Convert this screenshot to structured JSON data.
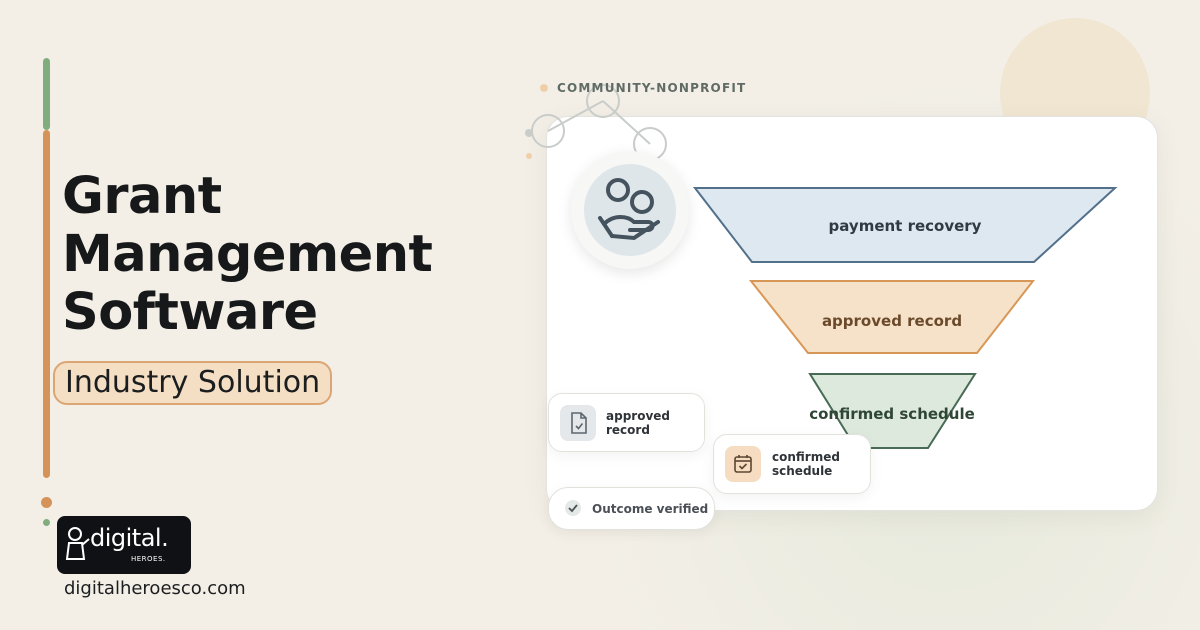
{
  "headline": [
    "Grant",
    "Management",
    "Software"
  ],
  "subtitle": "Industry Solution",
  "brand": {
    "logo_wordmark": "digital.",
    "logo_sub": "HEROES.",
    "domain": "digitalheroesco.com"
  },
  "category": "COMMUNITY-NONPROFIT",
  "funnel": {
    "stages": [
      {
        "label": "payment recovery",
        "fill": "#dde8f0",
        "stroke": "#53708a",
        "text_color": "#2f3a44"
      },
      {
        "label": "approved record",
        "fill": "#f6e1c9",
        "stroke": "#d79857",
        "text_color": "#6b4a2b"
      },
      {
        "label": "confirmed schedule",
        "fill": "#dde9dd",
        "stroke": "#476b55",
        "text_color": "#2f4636"
      }
    ]
  },
  "cards": {
    "approved": {
      "line1": "approved",
      "line2": "record",
      "icon": "document-check-icon"
    },
    "confirmed": {
      "line1": "confirmed",
      "line2": "schedule",
      "icon": "calendar-check-icon"
    },
    "outcome": {
      "label": "Outcome verified",
      "icon": "check-icon"
    }
  },
  "hero_icon": "hand-holding-people-icon",
  "colors": {
    "background": "#f3efe7",
    "accent_orange": "#d69359",
    "accent_green": "#7fae7c",
    "text_dark": "#16181a"
  }
}
